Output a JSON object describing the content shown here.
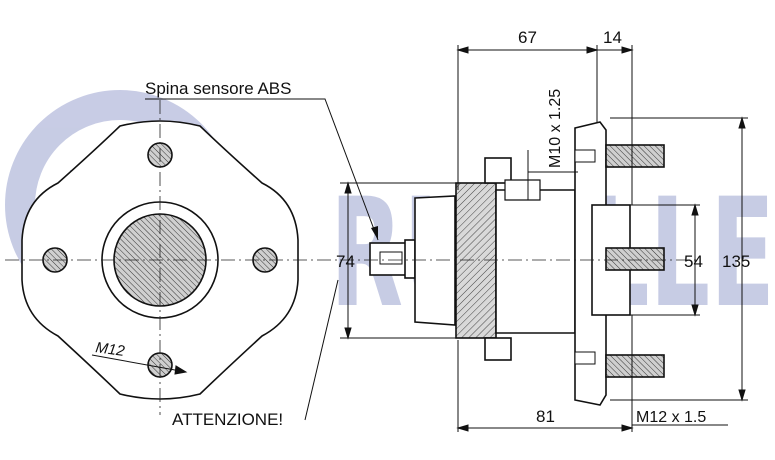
{
  "watermark": {
    "text": "RUVILLE",
    "color": "#9aa3cf"
  },
  "labels": {
    "abs_sensor_pin": "Spina sensore ABS",
    "attention": "ATTENZIONE!",
    "left_thread": "M12",
    "top_thread": "M10 x 1.25",
    "bottom_thread": "M12 x 1.5"
  },
  "dimensions": {
    "top_width": "67",
    "flange_width": "14",
    "hub_diameter": "74",
    "bore_diameter": "54",
    "flange_diameter": "135",
    "total_length": "81"
  },
  "colors": {
    "line": "#111111",
    "hatch_fill": "#cccccc",
    "background": "#ffffff"
  }
}
